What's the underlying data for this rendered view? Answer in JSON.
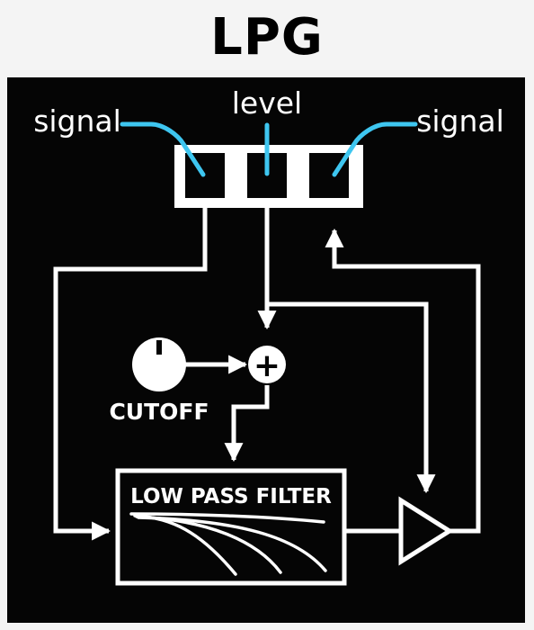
{
  "title": "LPG",
  "labels": {
    "signal_in": "signal",
    "level": "level",
    "signal_out": "signal",
    "cutoff": "CUTOFF",
    "filter": "LOW PASS FILTER"
  },
  "symbols": {
    "summer": "+"
  },
  "colors": {
    "background": "#050505",
    "frame": "#f4f4f4",
    "line": "#ffffff",
    "accent": "#3ec6f0"
  },
  "icons": [
    "jack-icon",
    "knob-icon",
    "summing-node-icon",
    "vca-amplifier-icon",
    "filter-curve-icon"
  ]
}
